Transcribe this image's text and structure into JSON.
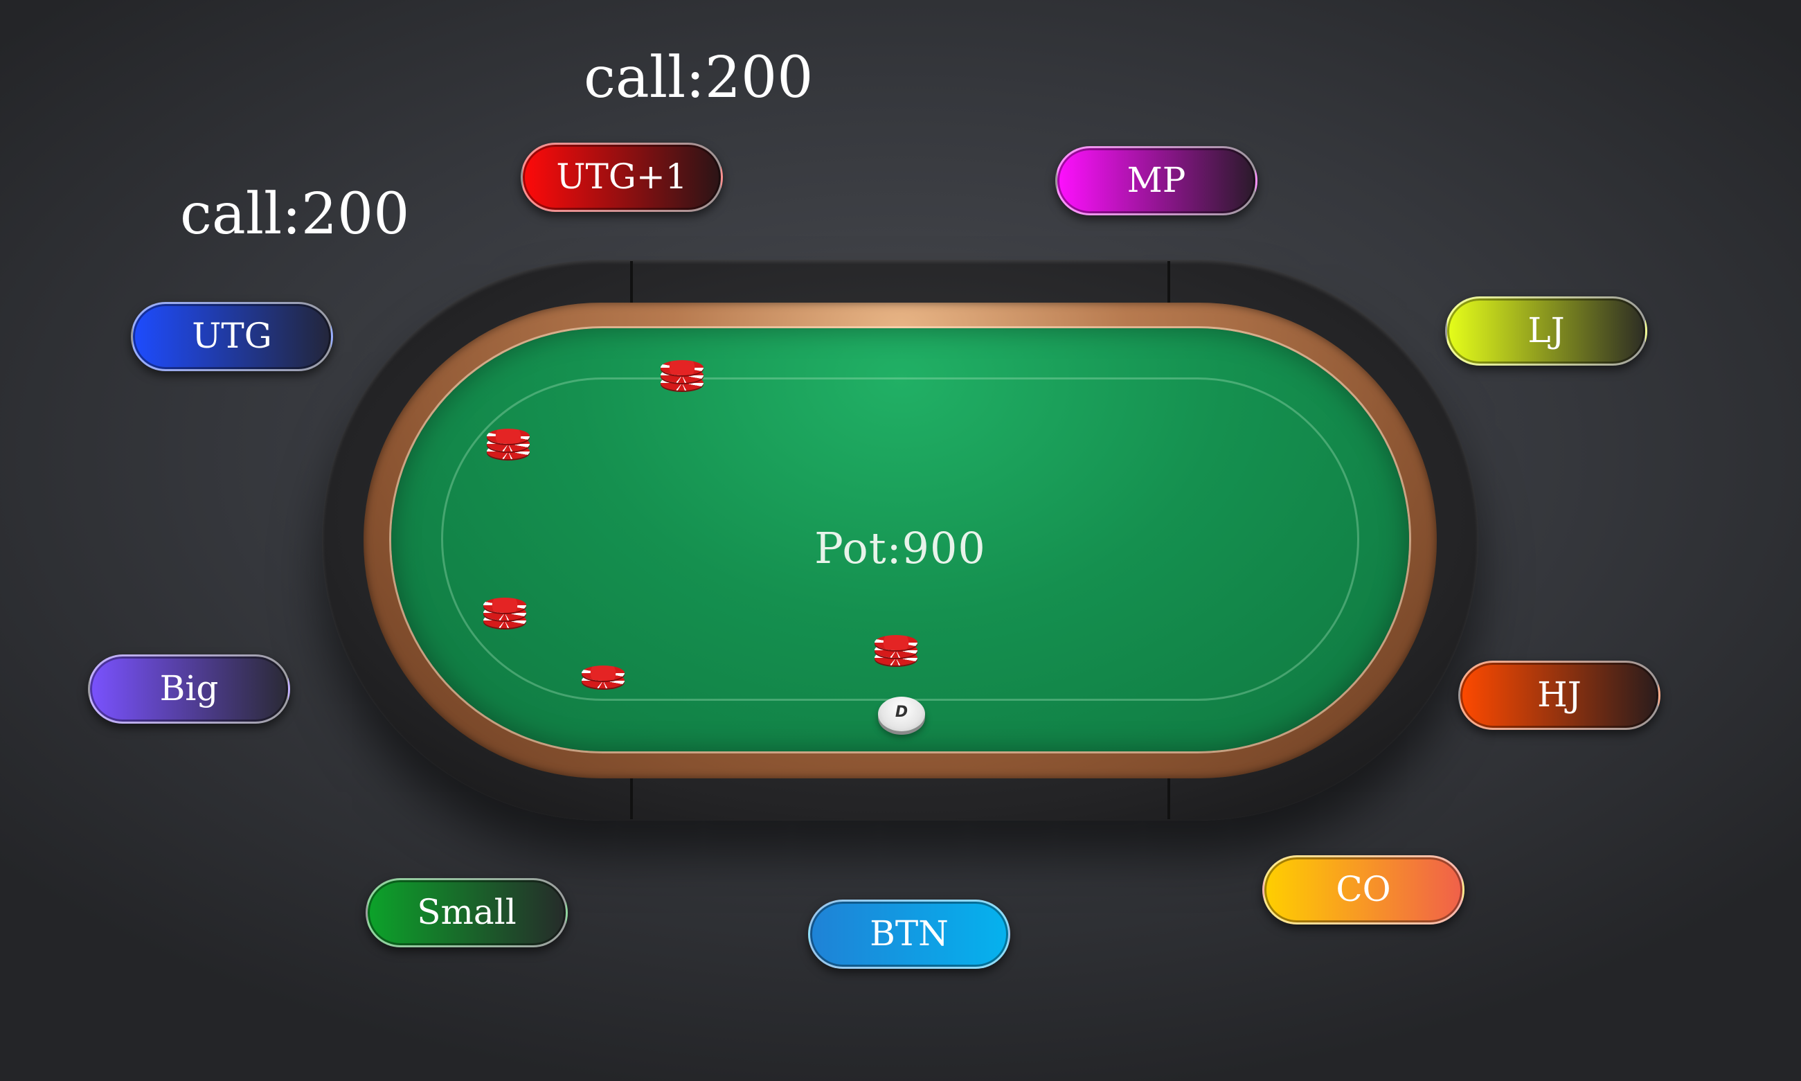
{
  "table": {
    "pot_label": "Pot:900",
    "dealer_label": "D"
  },
  "seats": [
    {
      "id": "utg",
      "label": "UTG",
      "colors": [
        "#1e4cff",
        "#23263a"
      ]
    },
    {
      "id": "utg1",
      "label": "UTG+1",
      "colors": [
        "#ff0a0a",
        "#2a1416"
      ]
    },
    {
      "id": "mp",
      "label": "MP",
      "colors": [
        "#ff10ff",
        "#2a1a2a"
      ]
    },
    {
      "id": "lj",
      "label": "LJ",
      "colors": [
        "#e6ff1a",
        "#2d2d24"
      ]
    },
    {
      "id": "hj",
      "label": "HJ",
      "colors": [
        "#ff4a00",
        "#2a1c1c"
      ]
    },
    {
      "id": "co",
      "label": "CO",
      "colors": [
        "#ffcf00",
        "#f0604a"
      ]
    },
    {
      "id": "btn",
      "label": "BTN",
      "colors": [
        "#1f82d6",
        "#05b2ee"
      ]
    },
    {
      "id": "small",
      "label": "Small",
      "colors": [
        "#0ca32a",
        "#262b2a"
      ]
    },
    {
      "id": "big",
      "label": "Big",
      "colors": [
        "#7a52ff",
        "#2a2a35"
      ]
    }
  ],
  "actions": {
    "utg": "call:200",
    "utg1": "call:200"
  },
  "chip_color": "#d51a1a",
  "felt_color": "#15904f"
}
